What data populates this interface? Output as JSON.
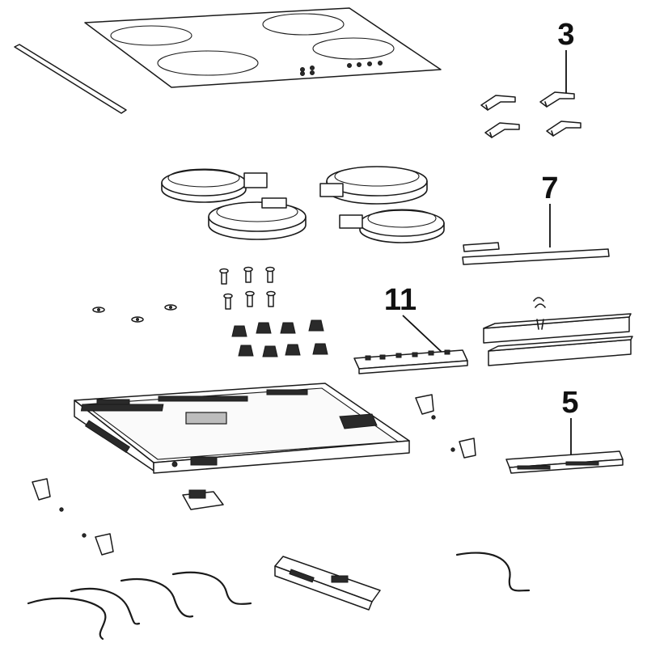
{
  "callouts": {
    "c3": "3",
    "c7": "7",
    "c11": "11",
    "c5": "5"
  },
  "colors": {
    "line": "#1a1a1a",
    "background": "#ffffff"
  }
}
